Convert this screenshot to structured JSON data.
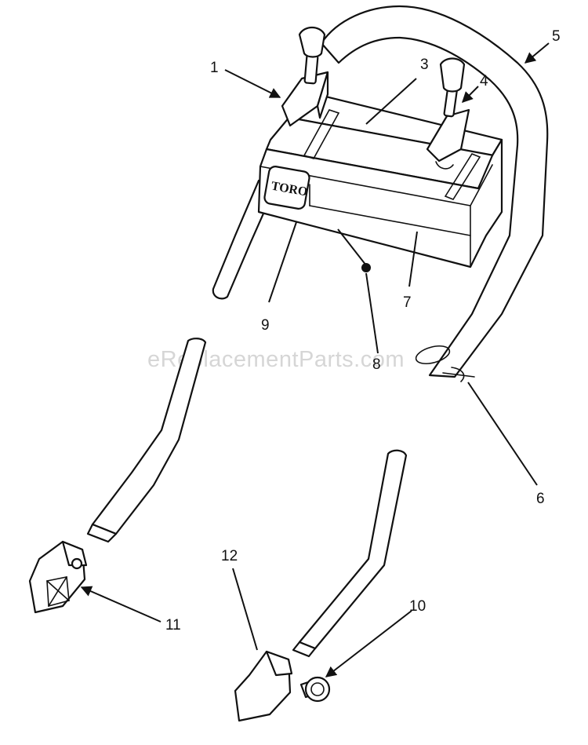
{
  "watermark": "eReplacementParts.com",
  "logo_text": "TORO",
  "callouts": {
    "c1": "1",
    "c2": "3",
    "c3": "4",
    "c4": "5",
    "c5": "6",
    "c6": "7",
    "c7": "8",
    "c8": "9",
    "c9": "10",
    "c10": "11",
    "c11": "12"
  }
}
